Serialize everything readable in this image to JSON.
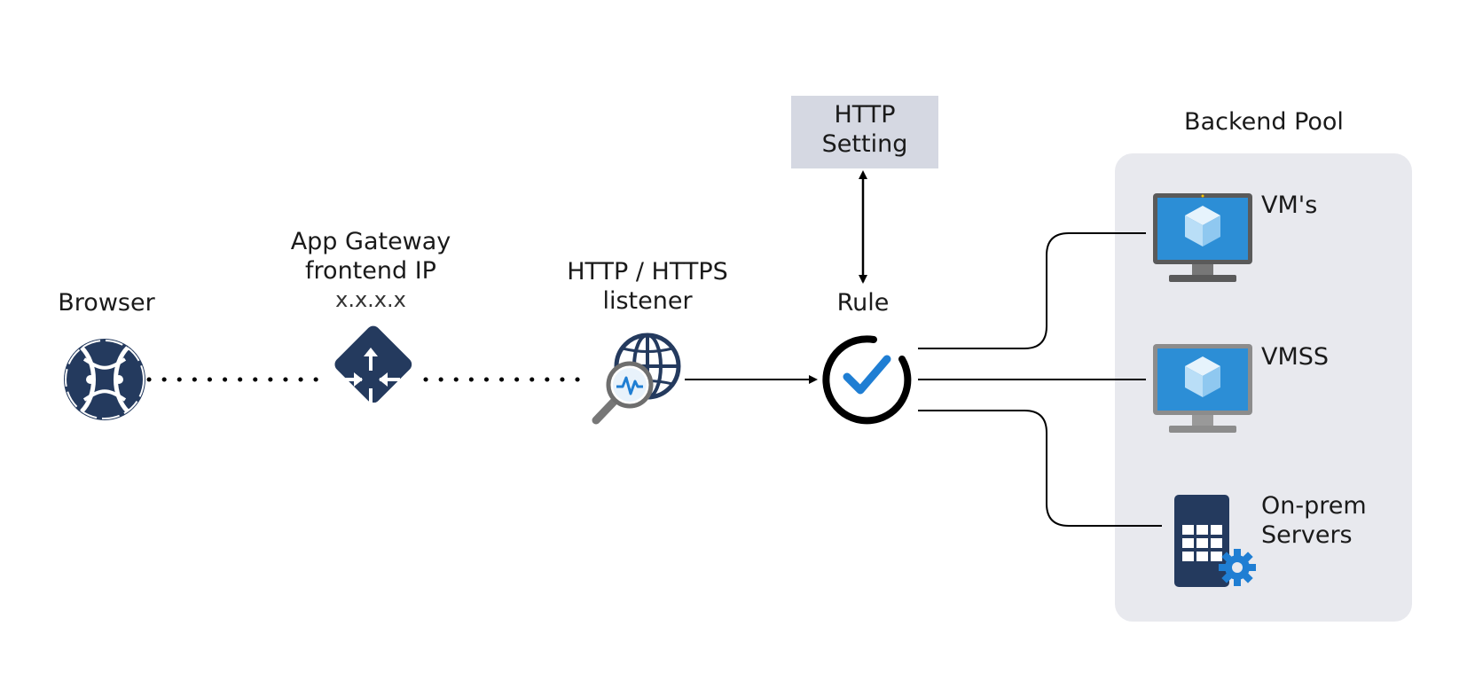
{
  "nodes": {
    "browser": {
      "label": "Browser"
    },
    "frontend": {
      "label_line1": "App Gateway",
      "label_line2": "frontend IP",
      "address": "x.x.x.x"
    },
    "listener": {
      "label_line1": "HTTP / HTTPS",
      "label_line2": "listener"
    },
    "rule": {
      "label": "Rule"
    },
    "http_setting": {
      "label_line1": "HTTP",
      "label_line2": "Setting"
    },
    "backend_pool": {
      "title": "Backend Pool",
      "vms": "VM's",
      "vmss": "VMSS",
      "onprem_line1": "On-prem",
      "onprem_line2": "Servers"
    }
  },
  "colors": {
    "icon_navy": "#243a5e",
    "azure_blue": "#1f7ed3",
    "pool_bg": "#e8e9ee",
    "setting_bg": "#d5d8e2"
  },
  "icons": [
    "browser-icon",
    "router-icon",
    "globe-search-icon",
    "checkmark-icon",
    "virtual-machine-icon",
    "scale-set-icon",
    "server-gear-icon"
  ]
}
